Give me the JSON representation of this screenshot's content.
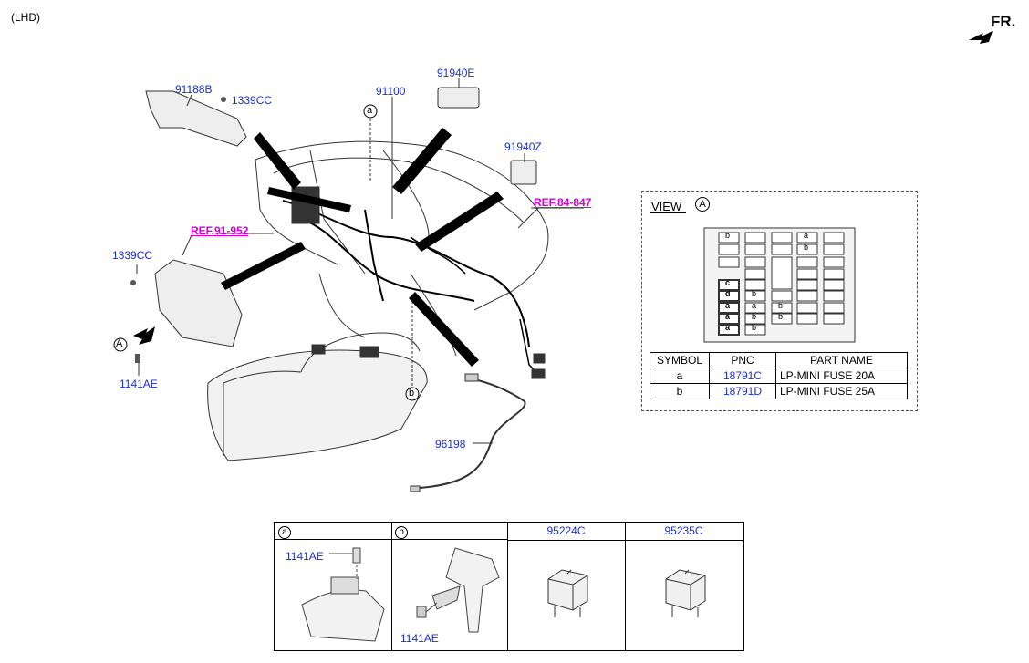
{
  "header": {
    "variant": "(LHD)",
    "direction": "FR."
  },
  "parts": {
    "p91188B": "91188B",
    "p1339CC_top": "1339CC",
    "p91100": "91100",
    "p91940E": "91940E",
    "p91940Z": "91940Z",
    "ref_84_847": "REF.84-847",
    "ref_91_952": "REF.91-952",
    "p1339CC_left": "1339CC",
    "p1141AE": "1141AE",
    "p96198": "96198"
  },
  "callouts": {
    "a": "a",
    "b": "b",
    "A": "A"
  },
  "view": {
    "title": "VIEW",
    "marker": "A",
    "fuse_letters": {
      "top_b1": "b",
      "top_a": "a",
      "top_b2": "b",
      "c": "c",
      "d": "d",
      "a1": "a",
      "a2": "a",
      "a3": "a",
      "b_col2_1": "b",
      "a_col2": "a",
      "b_col2_2": "b",
      "b_col2_3": "b",
      "b_col3_1": "b",
      "b_col3_2": "b"
    },
    "table": {
      "headers": [
        "SYMBOL",
        "PNC",
        "PART NAME"
      ],
      "rows": [
        {
          "symbol": "a",
          "pnc": "18791C",
          "name": "LP-MINI FUSE 20A"
        },
        {
          "symbol": "b",
          "pnc": "18791D",
          "name": "LP-MINI FUSE 25A"
        }
      ]
    }
  },
  "bottom_table": {
    "cells": [
      {
        "head": "a",
        "part": "1141AE"
      },
      {
        "head": "b",
        "part": "1141AE"
      },
      {
        "head": "95224C"
      },
      {
        "head": "95235C"
      }
    ]
  },
  "colors": {
    "pnc": "#1b2fd0",
    "ref": "#d400d4"
  }
}
